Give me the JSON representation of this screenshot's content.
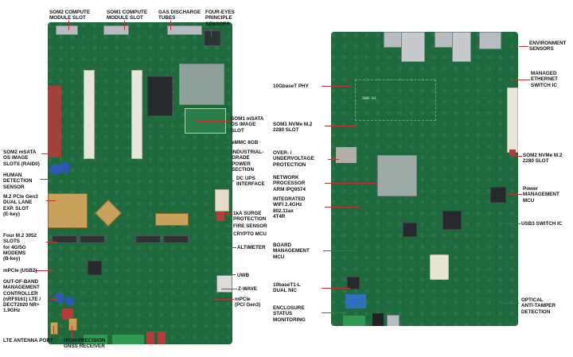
{
  "left_labels": {
    "som2_module": "SOM2 COMPUTE\nMODULE SLOT",
    "som1_module": "SOM1 COMPUTE\nMODULE SLOT",
    "gas_discharge": "GAS DISCHARGE\nTUBES",
    "four_eyes": "FOUR-EYES\nPRINCIPLE\nSENSORS",
    "som1_msata": "SOM1 mSATA\nOS IMAGE\nSLOT",
    "emmc": "eMMC 8GB",
    "industrial_power": "INDUSTRIAL-\nGRADE\nPOWER\nSECTION",
    "dc_ups": "DC UPS\nINTERFACE",
    "surge": "1kA SURGE\nPROTECTION",
    "fire_sensor": "FIRE SENSOR",
    "crypto_mcu": "CRYPTO MCU",
    "altimeter": "ALTIMETER",
    "uwb": "UWB",
    "zwave": "Z-WAVE",
    "mpcie_gen3": "mPCIe\n(PCI Gen3)",
    "som2_msata": "SOM2 mSATA\nOS IMAGE\nSLOTS (RAID0)",
    "human_detection": "HUMAN\nDETECTION\nSENSOR",
    "m2_pcie": "M.2 PCIe Gen3\nDUAL LANE\nEXP. SLOT\n(E-key)",
    "four_m2": "Four M.2 3052\nSLOTS\nfor 4G/5G\nMODEMS\n(B-key)",
    "mpcie_usb2": "mPCIe (USB2)",
    "oob": "OUT-OF-BAND\nMANAGEMENT\nCONTROLLER\n(nRF9161) LTE /\nDECT2020 NR+\n1.9GHz",
    "lte_antenna": "LTE ANTENNA PORT",
    "gnss": "HIGH-PRECISION\nGNSS RECEIVER"
  },
  "right_labels": {
    "env_sensors": "ENVIRONMENT\nSENSORS",
    "phy_10g": "10GbaseT PHY",
    "managed_switch": "MANAGED\nETHERNET\nSWITCH IC",
    "som1_nvme": "SOM1 NVMe M.2\n2280 SLOT",
    "overvoltage": "OVER- /\nUNDERVOLTAGE\nPROTECTION",
    "som2_nvme": "SOM2 NVMe M.2\n2280 SLOT",
    "network_processor": "NETWORK\nPROCESSOR\nARM IPQ9574",
    "power_mgmt": "Power\nMANAGEMENT\nMCU",
    "wifi": "INTEGRATED\nWIFI 2.4GHz\n802.11ax\n4T4R",
    "usb3_switch": "USB3 SWITCH IC",
    "board_mgmt": "BOARD\nMANAGEMENT\nMCU",
    "nic": "10baseT1-L\nDUAL NIC",
    "enclosure": "ENCLOSURE\nSTATUS\nMONITORING",
    "anti_tamper": "OPTICAL\nANTI-TAMPER\nDETECTION"
  },
  "silkscreen": {
    "chip_text": "XWR-A1"
  },
  "colors": {
    "pcb_green": "#1f6b3e",
    "leader_red": "#c73232"
  }
}
